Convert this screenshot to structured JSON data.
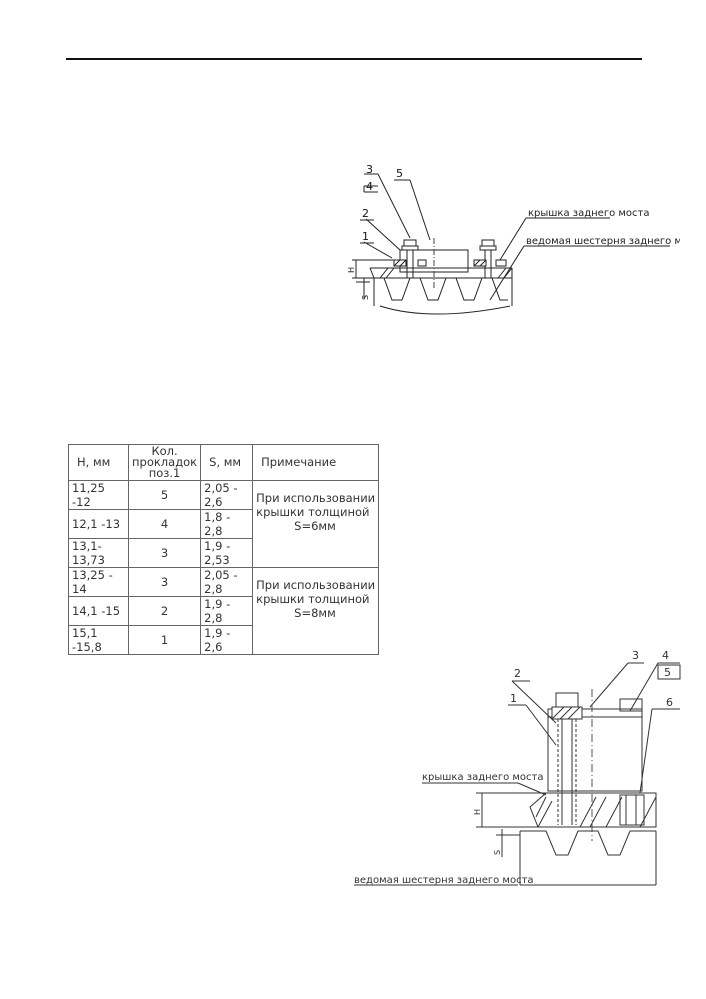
{
  "top_diagram": {
    "callouts": [
      "3",
      "4",
      "5",
      "2",
      "1"
    ],
    "label_cover": "крышка заднего моста",
    "label_gear": "ведомая шестерня заднего моста",
    "dim_h": "H",
    "dim_s": "S"
  },
  "table": {
    "headers": [
      "H, мм",
      "Кол. прокладок поз.1",
      "S, мм",
      "Примечание"
    ],
    "header_kol": [
      "Кол.",
      "прокладок",
      "поз.1"
    ],
    "rows": [
      {
        "h": "11,25 -12",
        "count": "5",
        "s": "2,05 - 2,6"
      },
      {
        "h": "12,1 -13",
        "count": "4",
        "s": "1,8 - 2,8"
      },
      {
        "h": "13,1-13,73",
        "count": "3",
        "s": "1,9 - 2,53"
      },
      {
        "h": "13,25 - 14",
        "count": "3",
        "s": "2,05 - 2,8"
      },
      {
        "h": "14,1 -15",
        "count": "2",
        "s": "1,9 - 2,8"
      },
      {
        "h": "15,1 -15,8",
        "count": "1",
        "s": "1,9 - 2,6"
      }
    ],
    "notes": [
      {
        "line1": "При использовании",
        "line2": "крышки толщиной",
        "line3": "S=6мм"
      },
      {
        "line1": "При использовании",
        "line2": "крышки толщиной",
        "line3": "S=8мм"
      }
    ]
  },
  "bottom_diagram": {
    "callouts": [
      "2",
      "1",
      "3",
      "4",
      "5",
      "6"
    ],
    "label_cover": "крышка заднего моста",
    "label_gear": "ведомая шестерня заднего моста",
    "dim_h": "H",
    "dim_s": "S"
  }
}
